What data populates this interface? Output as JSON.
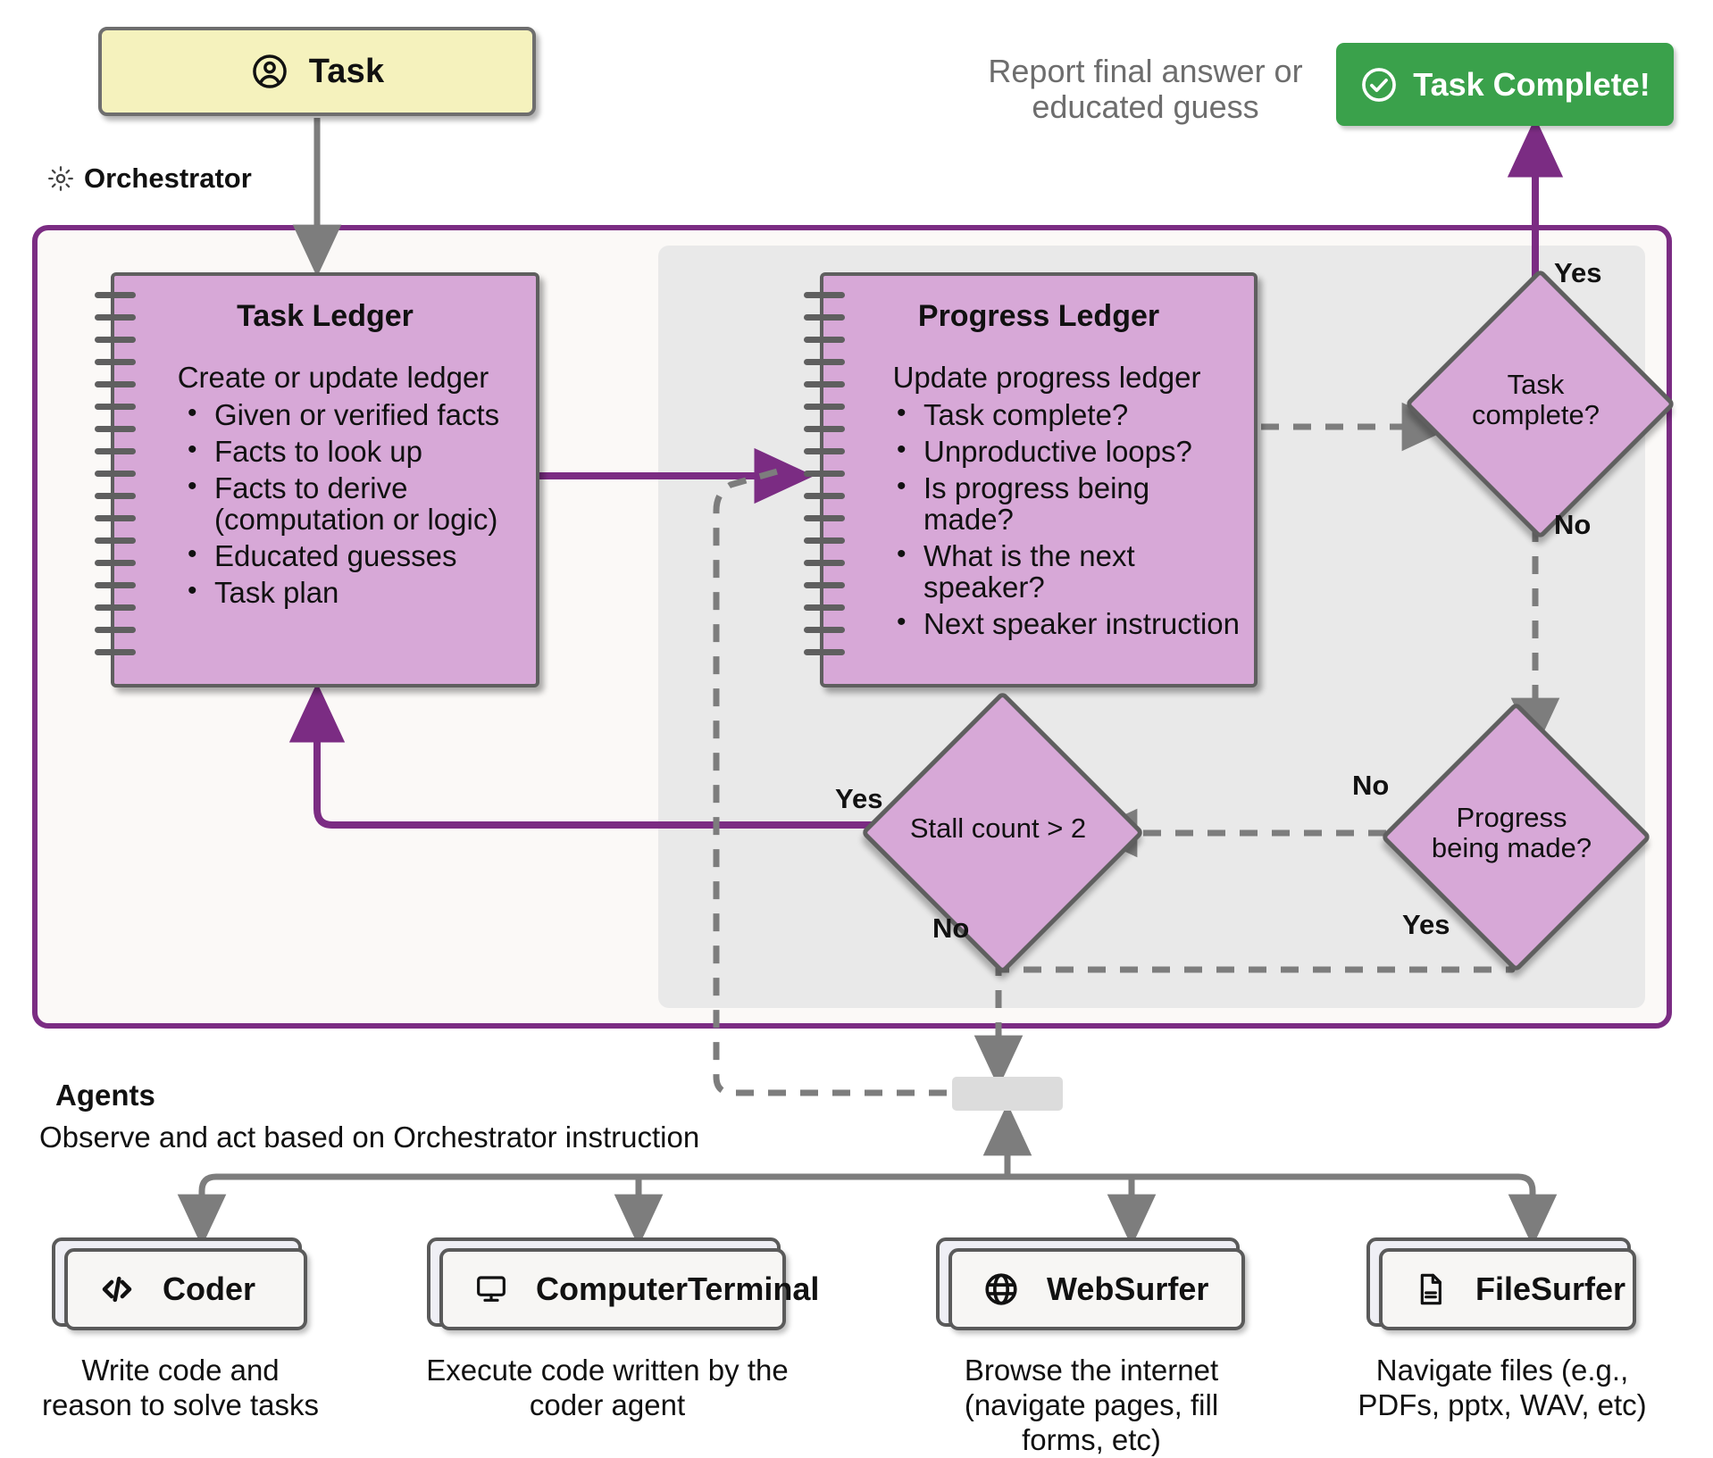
{
  "task": {
    "label": "Task",
    "icon": "user-circle-icon"
  },
  "orchestrator": {
    "label": "Orchestrator",
    "icon": "gear-icon"
  },
  "report_note": "Report final answer or educated guess",
  "task_complete_badge": {
    "label": "Task Complete!",
    "icon": "check-circle-icon",
    "color": "#3aa14b"
  },
  "task_ledger": {
    "title": "Task Ledger",
    "subtitle": "Create or update ledger",
    "items": [
      "Given or verified facts",
      "Facts to look up",
      "Facts to derive (computation or logic)",
      "Educated guesses",
      "Task plan"
    ]
  },
  "progress_ledger": {
    "title": "Progress Ledger",
    "subtitle": "Update progress ledger",
    "items": [
      "Task complete?",
      "Unproductive loops?",
      "Is progress being made?",
      "What is the next speaker?",
      "Next speaker instruction"
    ]
  },
  "decisions": {
    "task_complete": {
      "label": "Task complete?",
      "yes": "Yes",
      "no": "No"
    },
    "progress_made": {
      "label": "Progress being made?",
      "yes": "Yes",
      "no": "No"
    },
    "stall_count": {
      "label": "Stall count > 2",
      "yes": "Yes",
      "no": "No"
    }
  },
  "agents_section": {
    "title": "Agents",
    "subtitle": "Observe and act based on Orchestrator instruction",
    "agents": [
      {
        "name": "Coder",
        "icon": "code-brackets-icon",
        "desc": "Write code and reason to solve tasks"
      },
      {
        "name": "ComputerTerminal",
        "icon": "desktop-monitor-icon",
        "desc": "Execute code written by the coder agent"
      },
      {
        "name": "WebSurfer",
        "icon": "globe-icon",
        "desc": "Browse the internet (navigate pages, fill forms, etc)"
      },
      {
        "name": "FileSurfer",
        "icon": "document-file-icon",
        "desc": "Navigate files (e.g., PDFs, pptx, WAV, etc)"
      }
    ]
  },
  "colors": {
    "ledger_fill": "#d7a8d7",
    "orchestrator_border": "#7b2c83",
    "flow_purple": "#7b2c83",
    "flow_gray": "#7d7d7d",
    "task_fill": "#f5f2bd",
    "success": "#3aa14b"
  }
}
